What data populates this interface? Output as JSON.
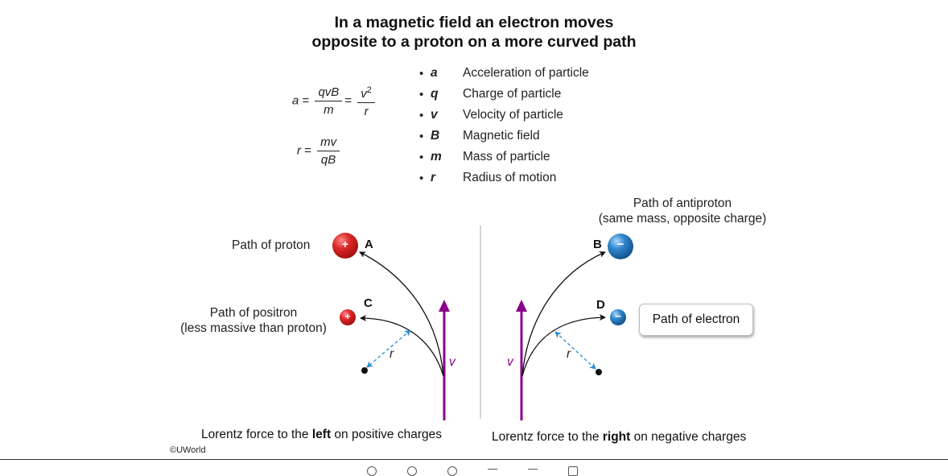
{
  "title": {
    "line1": "In a magnetic field an electron moves",
    "line2": "opposite to a proton on a more curved path"
  },
  "equations": {
    "eq1": {
      "lhs": "a",
      "frac1_num": "qvB",
      "frac1_den": "m",
      "frac2_num": "v",
      "frac2_sup": "2",
      "frac2_den": "r"
    },
    "eq2": {
      "lhs": "r",
      "frac_num": "mv",
      "frac_den": "qB"
    }
  },
  "legend": [
    {
      "bullet": "•",
      "symbol": "a",
      "description": "Acceleration of particle"
    },
    {
      "bullet": "•",
      "symbol": "q",
      "description": "Charge of particle"
    },
    {
      "bullet": "•",
      "symbol": "v",
      "description": "Velocity of particle"
    },
    {
      "bullet": "•",
      "symbol": "B",
      "description": "Magnetic field"
    },
    {
      "bullet": "•",
      "symbol": "m",
      "description": "Mass of particle"
    },
    {
      "bullet": "•",
      "symbol": "r",
      "description": "Radius of motion"
    }
  ],
  "left_panel": {
    "proton_label": "Path of proton",
    "proton_letter": "A",
    "proton_sign": "+",
    "positron_label_line1": "Path of positron",
    "positron_label_line2": "(less massive than proton)",
    "positron_letter": "C",
    "positron_sign": "+",
    "radius_label": "r",
    "velocity_label": "v",
    "caption_pre": "Lorentz force to the ",
    "caption_bold": "left",
    "caption_post": " on positive charges"
  },
  "right_panel": {
    "antiproton_label_line1": "Path of antiproton",
    "antiproton_label_line2": "(same mass, opposite charge)",
    "antiproton_letter": "B",
    "antiproton_sign": "−",
    "electron_letter": "D",
    "electron_sign": "−",
    "electron_callout": "Path of electron",
    "radius_label": "r",
    "velocity_label": "v",
    "caption_pre": "Lorentz force to the ",
    "caption_bold": "right",
    "caption_post": " on negative charges"
  },
  "copyright": "©UWorld",
  "colors": {
    "velocity": "#8b008b",
    "radius": "#2a8fd0",
    "positive": "#d42424",
    "negative": "#2a7fc4",
    "path": "#111111"
  },
  "toolbar": {
    "icons": [
      "zoom-in-icon",
      "zoom-out-icon",
      "reset-icon",
      "pen-icon",
      "highlighter-icon",
      "notes-icon"
    ]
  }
}
